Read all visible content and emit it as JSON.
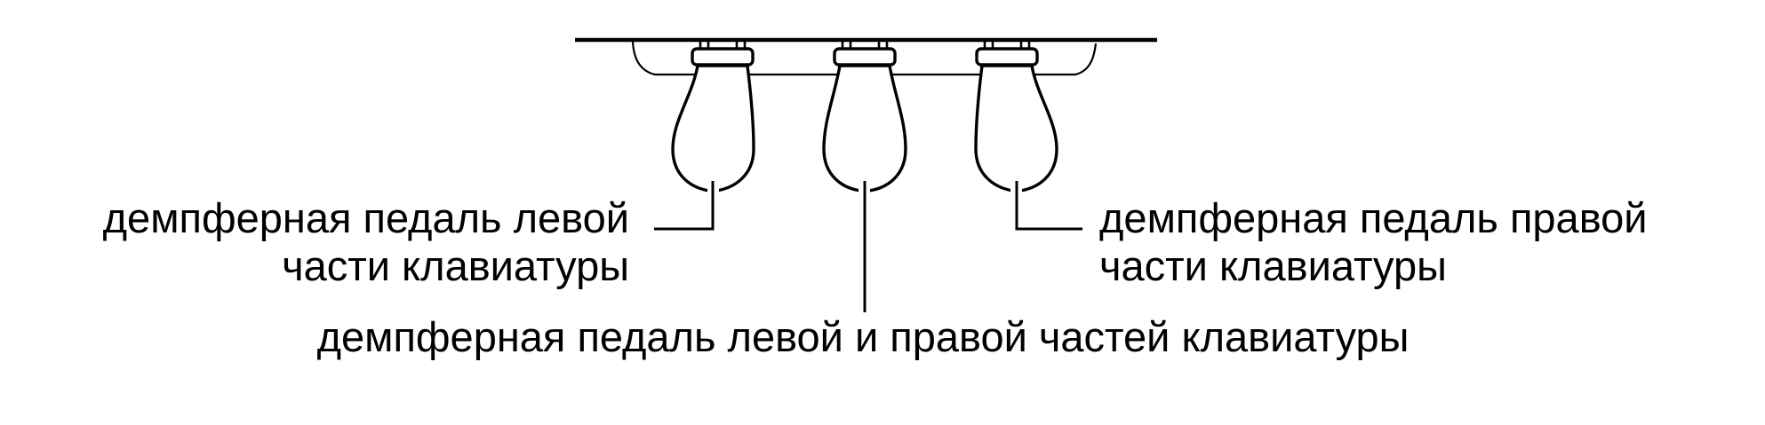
{
  "diagram": {
    "title": "piano pedals diagram",
    "labels": {
      "left": {
        "line1": "демпферная педаль левой",
        "line2": "части клавиатуры"
      },
      "right": {
        "line1": "демпферная педаль правой",
        "line2": "части клавиатуры"
      },
      "bottom": "демпферная педаль левой и правой частей клавиатуры"
    },
    "colors": {
      "ink": "#000000",
      "background": "#ffffff"
    }
  }
}
